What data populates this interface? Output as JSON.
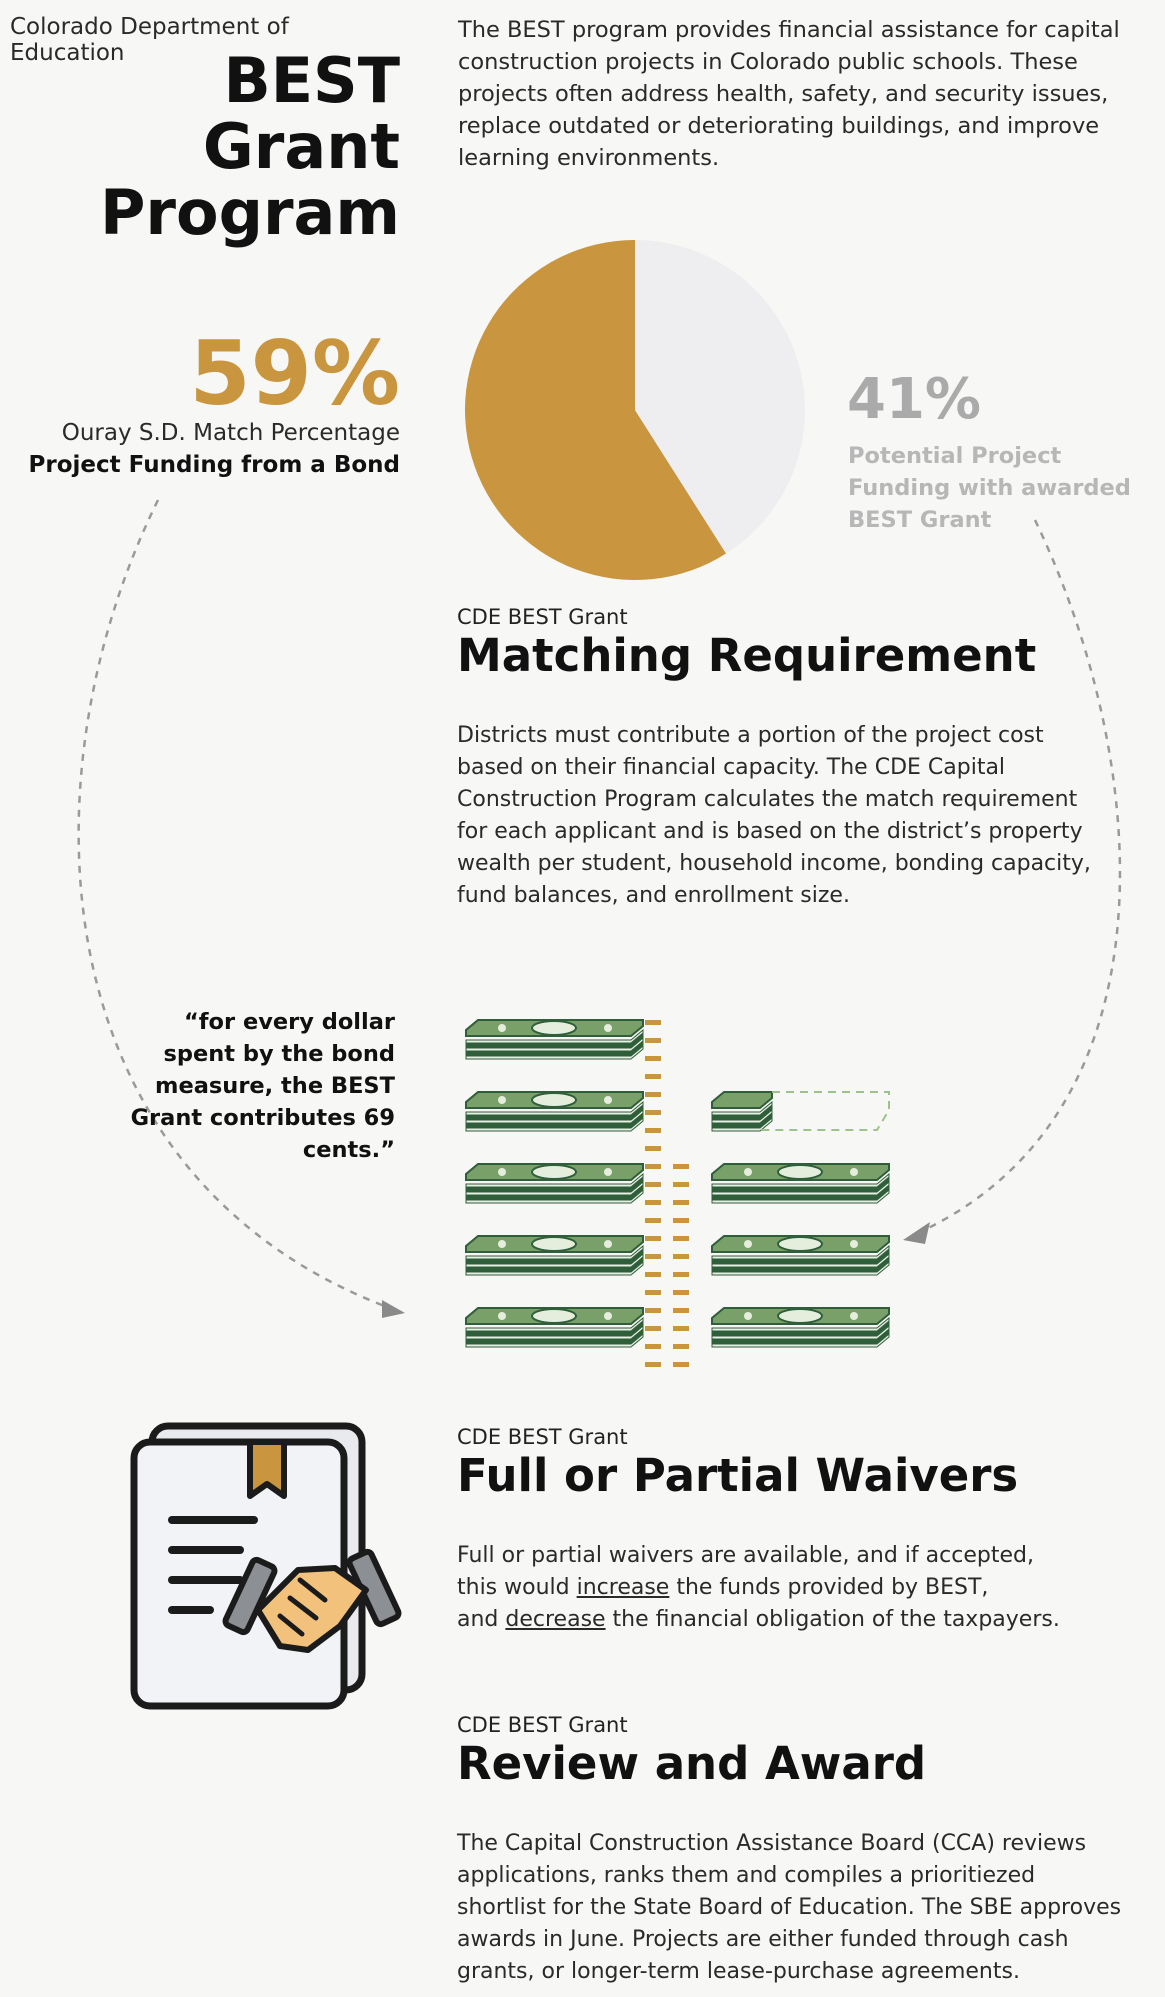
{
  "header": {
    "agency": "Colorado Department of Education",
    "title_line1": "BEST Grant",
    "title_line2": "Program",
    "intro": "The BEST program provides financial assistance for capital construction projects in Colorado public schools. These projects often address health, safety, and security issues, replace outdated or deteriorating buildings, and improve learning environments."
  },
  "match_pie": {
    "local_share_percent": 59,
    "grant_share_percent": 41,
    "local_pct_text": "59%",
    "local_label": "Ouray S.D. Match Percentage",
    "local_sublabel": "Project Funding from a Bond",
    "grant_pct_text": "41%",
    "grant_label": "Potential Project Funding with awarded BEST Grant",
    "colors": {
      "local": "#c9963f",
      "grant": "#eeeef0"
    }
  },
  "matching": {
    "eyebrow": "CDE BEST Grant",
    "heading": "Matching Requirement",
    "body": "Districts must contribute a portion of the project cost based on their financial capacity. The CDE Capital Construction Program calculates the match requirement for each applicant and is based on the district’s property wealth per student, household income, bonding capacity, fund balances, and enrollment size."
  },
  "quote": "“for every dollar spent by the bond measure, the BEST Grant contributes 69 cents.”",
  "money_graphic": {
    "bond_stacks": 5,
    "grant_stacks": 3.5,
    "icon": "cash-stack-icon",
    "colors": {
      "bill": "#7aa06a",
      "dark": "#2e5e3a",
      "divider": "#c9963f"
    }
  },
  "waivers": {
    "eyebrow": "CDE BEST Grant",
    "heading": "Full or Partial Waivers",
    "body_line1": "Full or partial waivers are available, and if accepted,",
    "body_line2_pre": "this would ",
    "body_line2_u": "increase",
    "body_line2_post": " the funds provided by BEST,",
    "body_line3_pre": "and ",
    "body_line3_u": "decrease",
    "body_line3_post": " the financial obligation of the taxpayers.",
    "icon": "agreement-document-handshake-icon"
  },
  "review": {
    "eyebrow": "CDE BEST Grant",
    "heading": "Review and Award",
    "body": "The Capital Construction Assistance Board (CCA) reviews applications, ranks them and compiles a prioritiezed shortlist for the State Board of Education. The SBE approves awards in June. Projects are either funded through cash grants, or longer-term lease-purchase agreements."
  }
}
